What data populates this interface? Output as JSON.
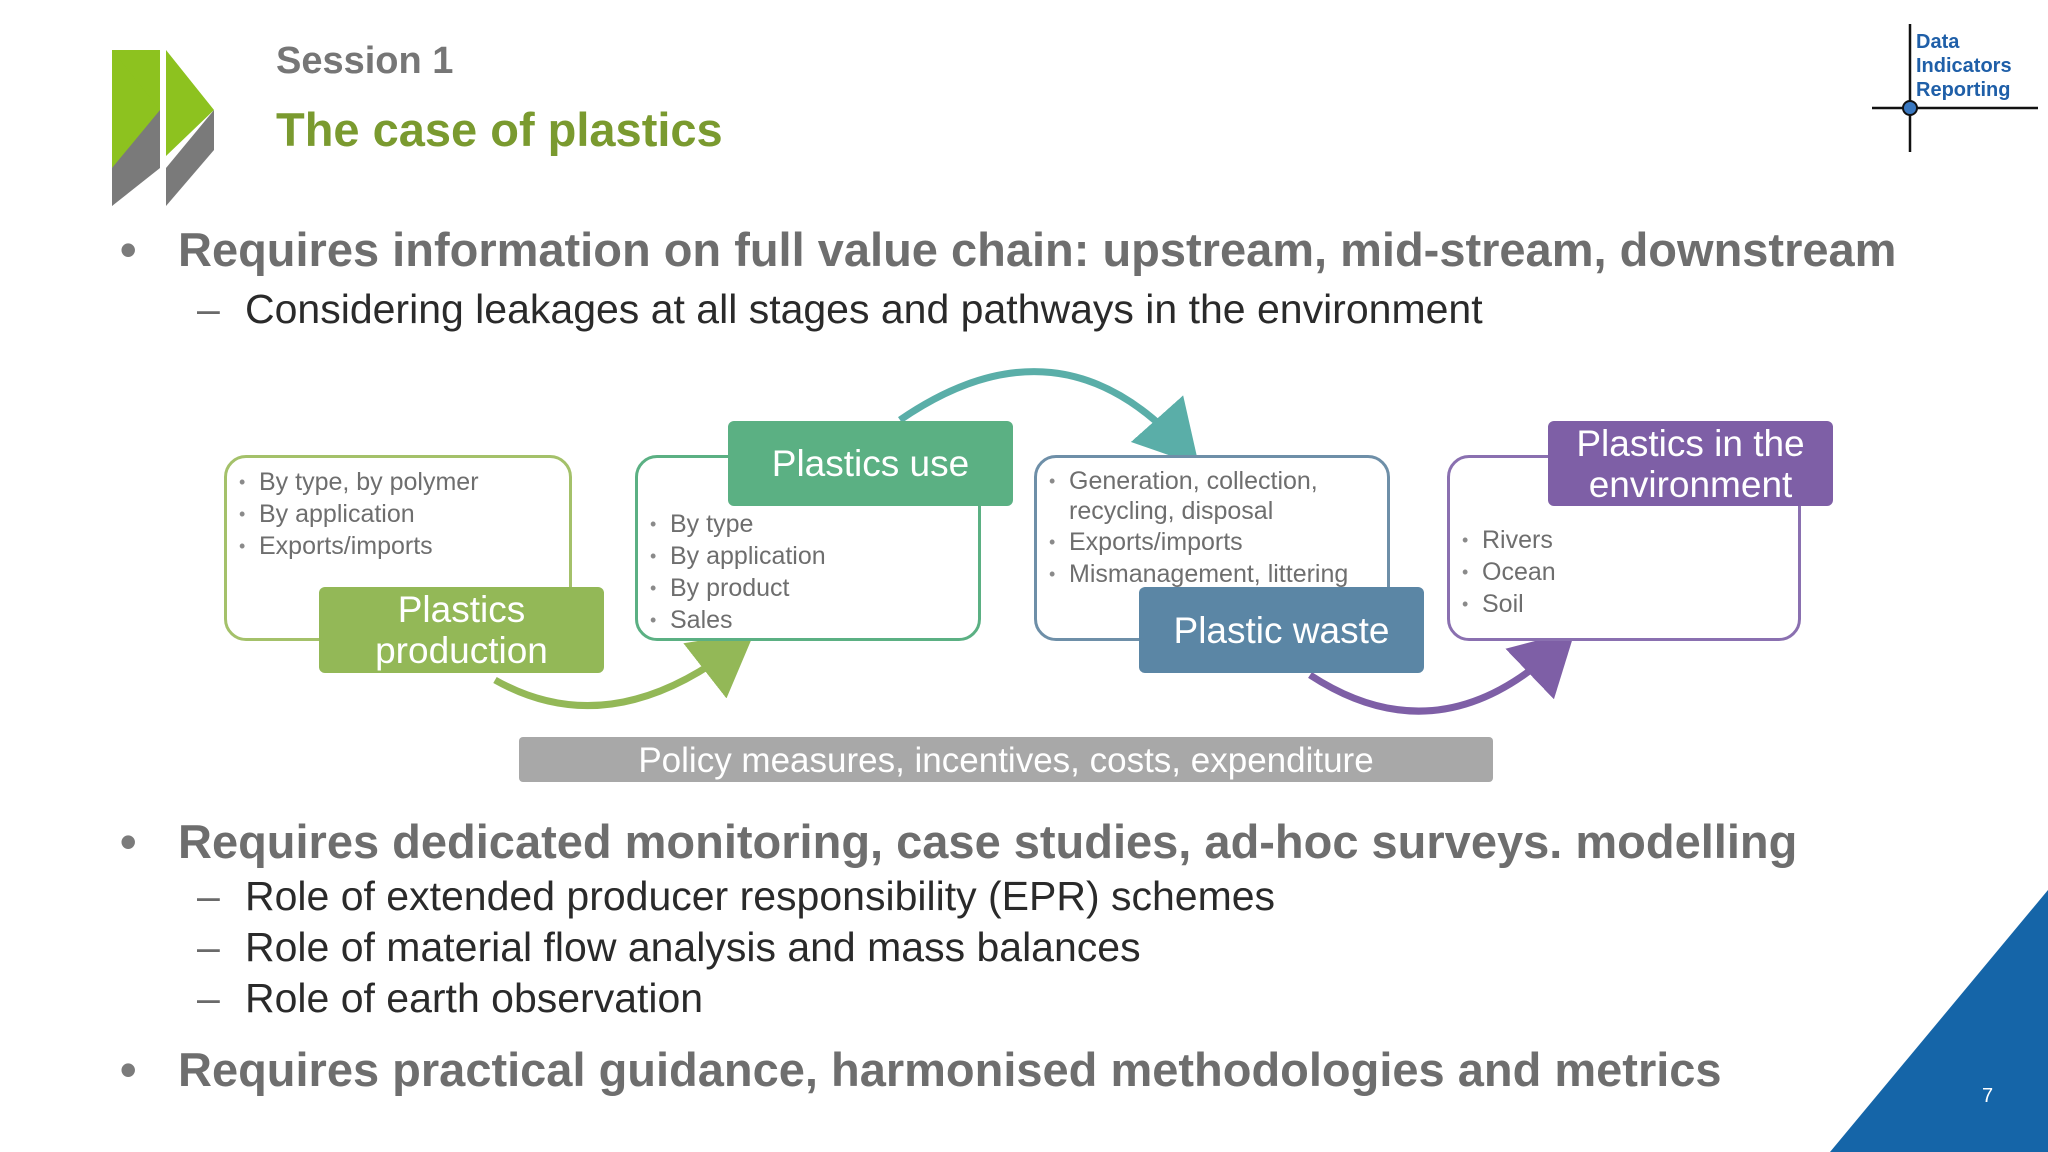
{
  "header": {
    "session": "Session 1",
    "title": "The case of plastics"
  },
  "logo": {
    "line1": "Data",
    "line2": "Indicators",
    "line3": "Reporting"
  },
  "bullets": {
    "b1": "Requires information on full value chain: upstream, mid-stream, downstream",
    "b1_sub1": "Considering leakages at all stages and pathways in the environment",
    "b2": "Requires dedicated monitoring, case studies, ad-hoc surveys. modelling",
    "b2_sub1": "Role of extended producer responsibility (EPR) schemes",
    "b2_sub2": "Role of material flow analysis and mass balances",
    "b2_sub3": "Role of earth observation",
    "b3": "Requires practical guidance, harmonised methodologies and metrics",
    "bullet_symbol": "•",
    "dash_symbol": "–"
  },
  "diagram": {
    "production": {
      "label": "Plastics production",
      "items": [
        "By type, by polymer",
        "By application",
        "Exports/imports"
      ]
    },
    "use": {
      "label": "Plastics use",
      "items": [
        "By type",
        "By application",
        "By product",
        "Sales"
      ]
    },
    "waste": {
      "label": "Plastic waste",
      "items": [
        "Generation, collection, recycling, disposal",
        "Exports/imports",
        "Mismanagement, littering"
      ]
    },
    "environment": {
      "label": "Plastics in the environment",
      "items": [
        "Rivers",
        "Ocean",
        "Soil"
      ]
    },
    "policy": "Policy measures, incentives, costs, expenditure"
  },
  "page_number": "7",
  "colors": {
    "green_light": "#93b857",
    "green_teal": "#5bb083",
    "blue_grey": "#5b86a5",
    "purple": "#7e5fa6",
    "arrow_teal": "#5aaea8",
    "oecd_green": "#8dc21f",
    "oecd_grey": "#7a7a7a",
    "corner_blue": "#1565a8"
  }
}
